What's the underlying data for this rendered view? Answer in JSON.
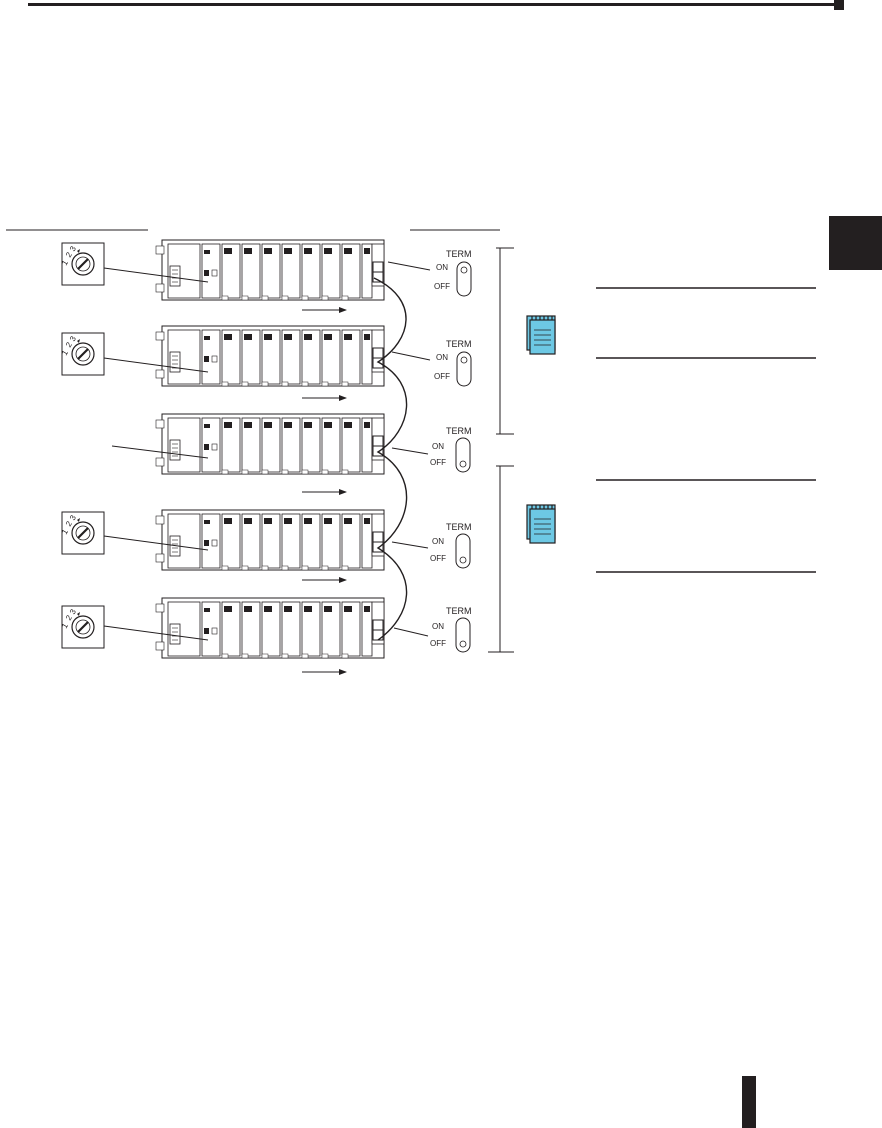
{
  "switch": {
    "title": "TERM",
    "on_label": "ON",
    "off_label": "OFF"
  },
  "dial_digits": [
    "1",
    "2",
    "3"
  ],
  "colors": {
    "ink": "#231f20",
    "note_icon": "#6dc8e4",
    "chapter_tab": "#231f20"
  },
  "icons": [
    "notepad-icon",
    "rotary-dial-icon",
    "switch-icon",
    "arrow-icon"
  ],
  "bases": [
    {
      "has_dial": true,
      "term_switch": "on"
    },
    {
      "has_dial": true,
      "term_switch": "on"
    },
    {
      "has_dial": false,
      "term_switch": "off"
    },
    {
      "has_dial": true,
      "term_switch": "off"
    },
    {
      "has_dial": true,
      "term_switch": "off"
    }
  ]
}
